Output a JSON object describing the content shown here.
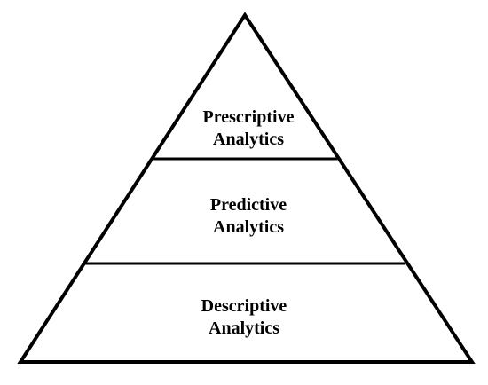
{
  "tiers": [
    {
      "line1": "Prescriptive",
      "line2": "Analytics"
    },
    {
      "line1": "Predictive",
      "line2": "Analytics"
    },
    {
      "line1": "Descriptive",
      "line2": "Analytics"
    }
  ],
  "colors": {
    "stroke": "#000000",
    "fill": "#ffffff",
    "text": "#000000"
  }
}
